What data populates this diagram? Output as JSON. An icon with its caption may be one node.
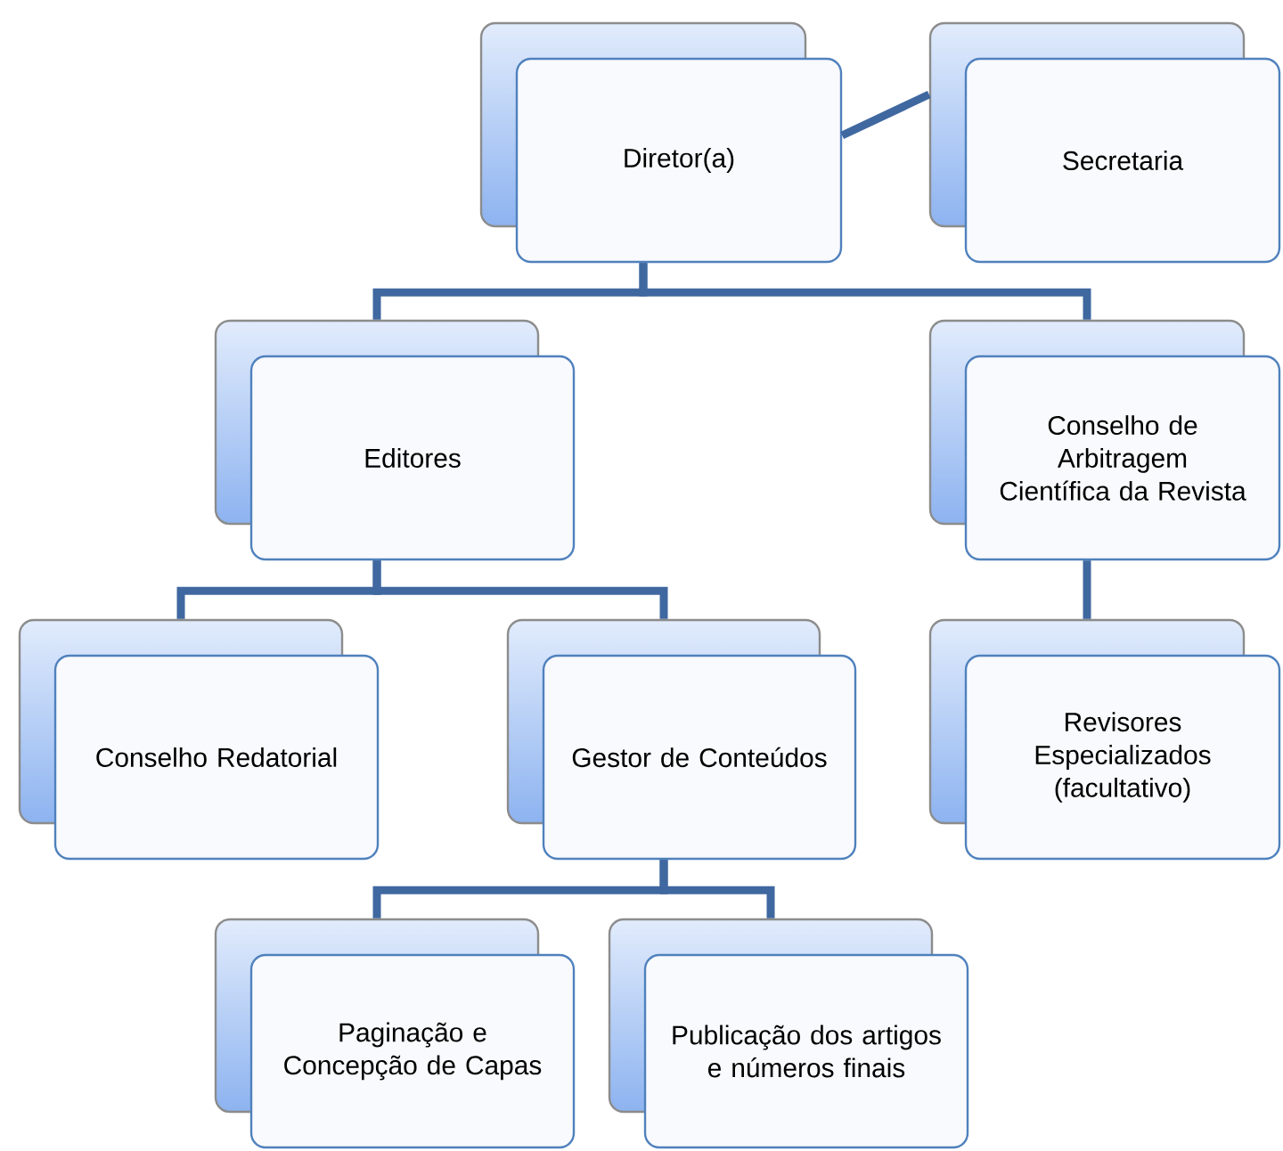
{
  "diagram": {
    "nodes": [
      {
        "text": [
          "Diretor(a)"
        ]
      },
      {
        "text": [
          "Secretaria"
        ]
      },
      {
        "text": [
          "Editores"
        ]
      },
      {
        "text": [
          "Conselho de Arbitragem Científica da Revista"
        ]
      },
      {
        "text": [
          "Conselho Redatorial"
        ]
      },
      {
        "text": [
          "Gestor de Conteúdos"
        ]
      },
      {
        "text": [
          "Revisores Especializados (facultativo)"
        ]
      },
      {
        "text": [
          "Paginação e Concepção de Capas"
        ]
      },
      {
        "text": [
          "Publicação dos artigos e números finais"
        ]
      }
    ],
    "edges": [
      {
        "from": 0,
        "to": 1,
        "arrow": "none"
      },
      {
        "from": 0,
        "to": 2,
        "arrow": "none"
      },
      {
        "from": 0,
        "to": 3,
        "arrow": "none"
      },
      {
        "from": 2,
        "to": 4,
        "arrow": "none"
      },
      {
        "from": 2,
        "to": 5,
        "arrow": "none"
      },
      {
        "from": 3,
        "to": 6,
        "arrow": "none"
      },
      {
        "from": 5,
        "to": 7,
        "arrow": "none"
      },
      {
        "from": 5,
        "to": 8,
        "arrow": "none"
      }
    ]
  }
}
